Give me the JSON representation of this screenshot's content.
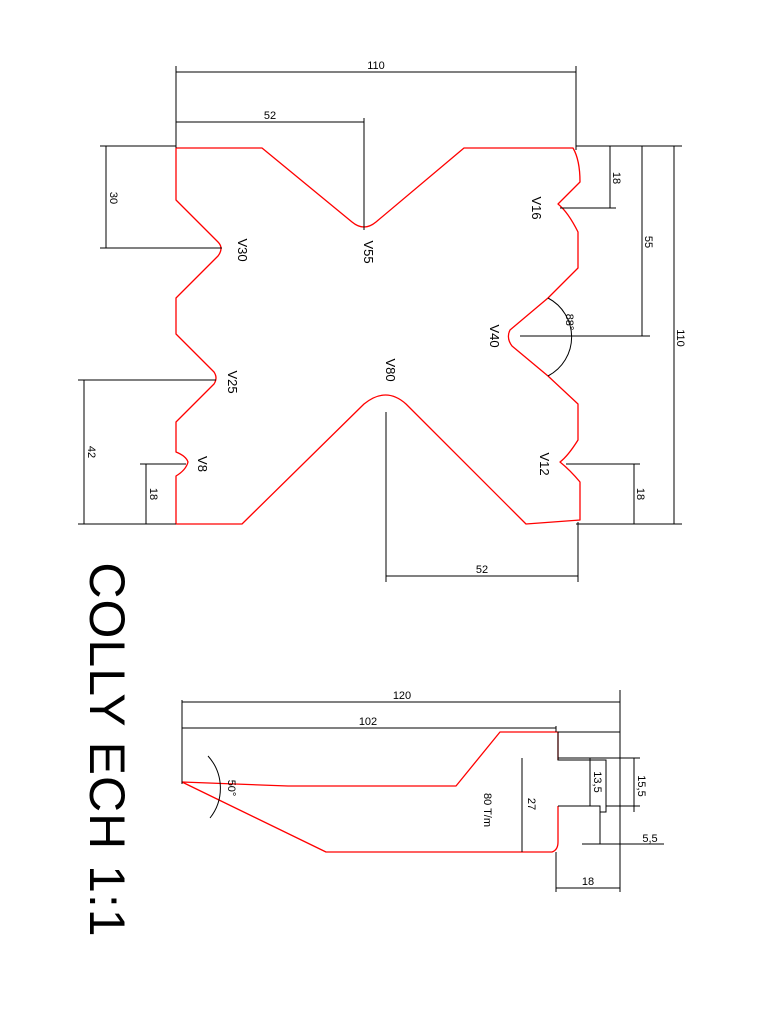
{
  "title": "COLLY ECH 1:1",
  "die": {
    "dims": {
      "width_top": "110",
      "offset_top": "52",
      "offset_bottom": "52",
      "height_right": "110",
      "right_55": "55",
      "right_top_18": "18",
      "right_bottom_18": "18",
      "left_30": "30",
      "left_42": "42",
      "left_18": "18",
      "angle": "88°"
    },
    "grooves": {
      "v30": "V30",
      "v55": "V55",
      "v16": "V16",
      "v40": "V40",
      "v25": "V25",
      "v80": "V80",
      "v8": "V8",
      "v12": "V12"
    }
  },
  "punch": {
    "dims": {
      "length_total": "120",
      "length_body": "102",
      "angle": "50°",
      "height_27": "27",
      "d13_5": "13,5",
      "d15_5": "15,5",
      "d5_5": "5,5",
      "d18": "18",
      "load": "80 T/m"
    }
  },
  "colors": {
    "profile": "#ff0000",
    "dimension": "#000000"
  }
}
